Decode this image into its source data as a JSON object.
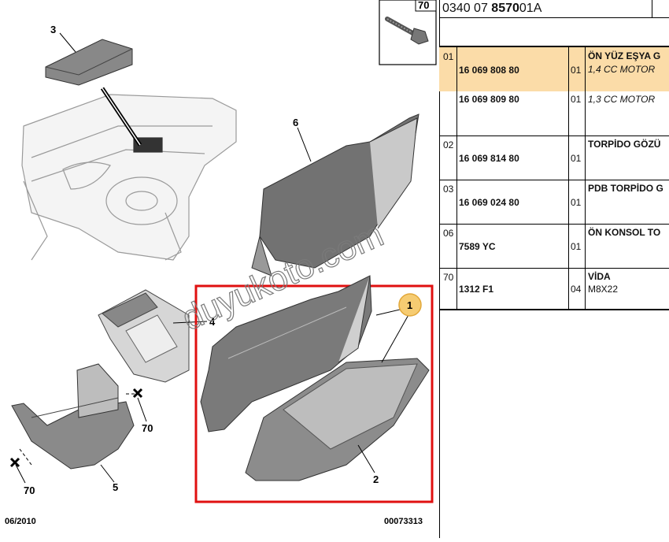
{
  "diagram": {
    "callouts": {
      "c1": "1",
      "c2": "2",
      "c3": "3",
      "c4": "4",
      "c5": "5",
      "c6": "6",
      "c70_top": "70",
      "c70_mid": "70",
      "c70_bottom": "70"
    },
    "footer_date": "06/2010",
    "footer_ref": "00073313",
    "watermark": "duyukoto.com"
  },
  "parts_table": {
    "header_code_prefix": "0340 07",
    "header_code_bold": "8570",
    "header_code_suffix": "01A",
    "rows": [
      {
        "ref": "01",
        "part_number": "16 069 808 80",
        "qty": "01",
        "desc": "ÖN YÜZ EŞYA G",
        "note": "1,4 CC MOTOR",
        "highlight": true
      },
      {
        "ref": "",
        "part_number": "16 069 809 80",
        "qty": "01",
        "desc": "",
        "note": "1,3 CC MOTOR",
        "highlight": false
      },
      {
        "ref": "02",
        "part_number": "16 069 814 80",
        "qty": "01",
        "desc": "TORPİDO GÖZÜ",
        "note": "",
        "highlight": false
      },
      {
        "ref": "03",
        "part_number": "16 069 024 80",
        "qty": "01",
        "desc": "PDB TORPİDO G",
        "note": "",
        "highlight": false
      },
      {
        "ref": "06",
        "part_number": "7589 YC",
        "qty": "01",
        "desc": "ÖN KONSOL TO",
        "note": "",
        "highlight": false
      },
      {
        "ref": "70",
        "part_number": "1312 F1",
        "qty": "04",
        "desc": "VİDA",
        "note": "M8X22",
        "highlight": false
      }
    ]
  },
  "colors": {
    "highlight_row": "#fbdca8",
    "selection_frame": "#e01010",
    "callout_badge": "#f6cc72"
  }
}
